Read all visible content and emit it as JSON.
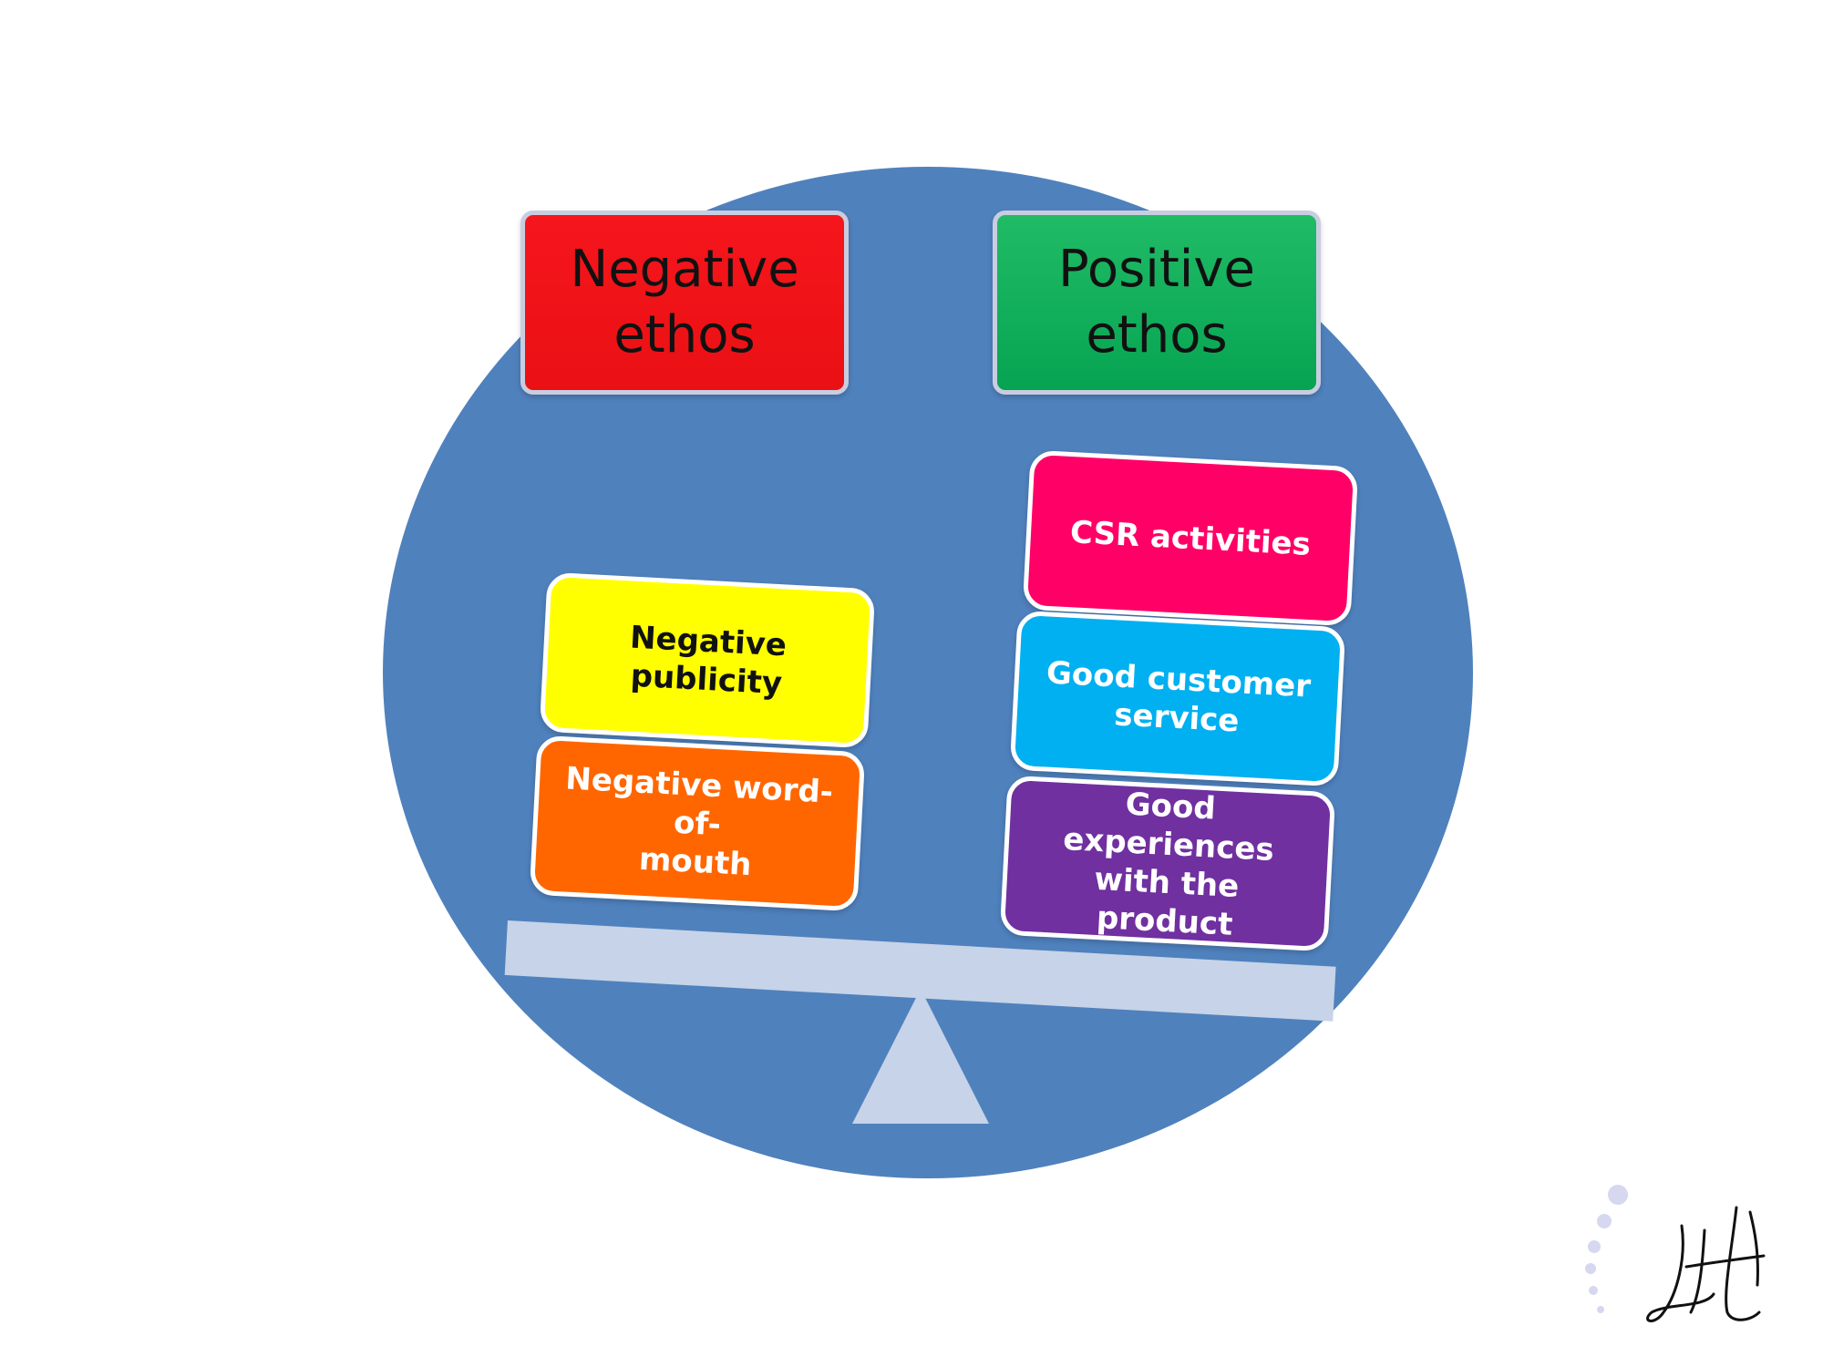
{
  "colors": {
    "circle": "#4f81bd",
    "negative_header": "#ee1c1c",
    "positive_header": "#0aac58",
    "negative_publicity": "#ffff00",
    "negative_wom": "#ff6600",
    "csr": "#ff0066",
    "customer_service": "#00b0f0",
    "experiences": "#7030a0",
    "beam": "#c6d3e8"
  },
  "headers": {
    "negative": {
      "line1": "Negative",
      "line2": "ethos"
    },
    "positive": {
      "line1": "Positive",
      "line2": "ethos"
    }
  },
  "left_items": [
    {
      "line1": "Negative publicity"
    },
    {
      "line1": "Negative word-of-",
      "line2": "mouth"
    }
  ],
  "right_items": [
    {
      "line1": "CSR activities"
    },
    {
      "line1": "Good customer",
      "line2": "service"
    },
    {
      "line1": "Good experiences",
      "line2": "with the product"
    }
  ],
  "icons": {
    "scale": "balance-scale-icon",
    "signature": "signature-logo-icon",
    "dots": "decorative-dots-icon"
  }
}
